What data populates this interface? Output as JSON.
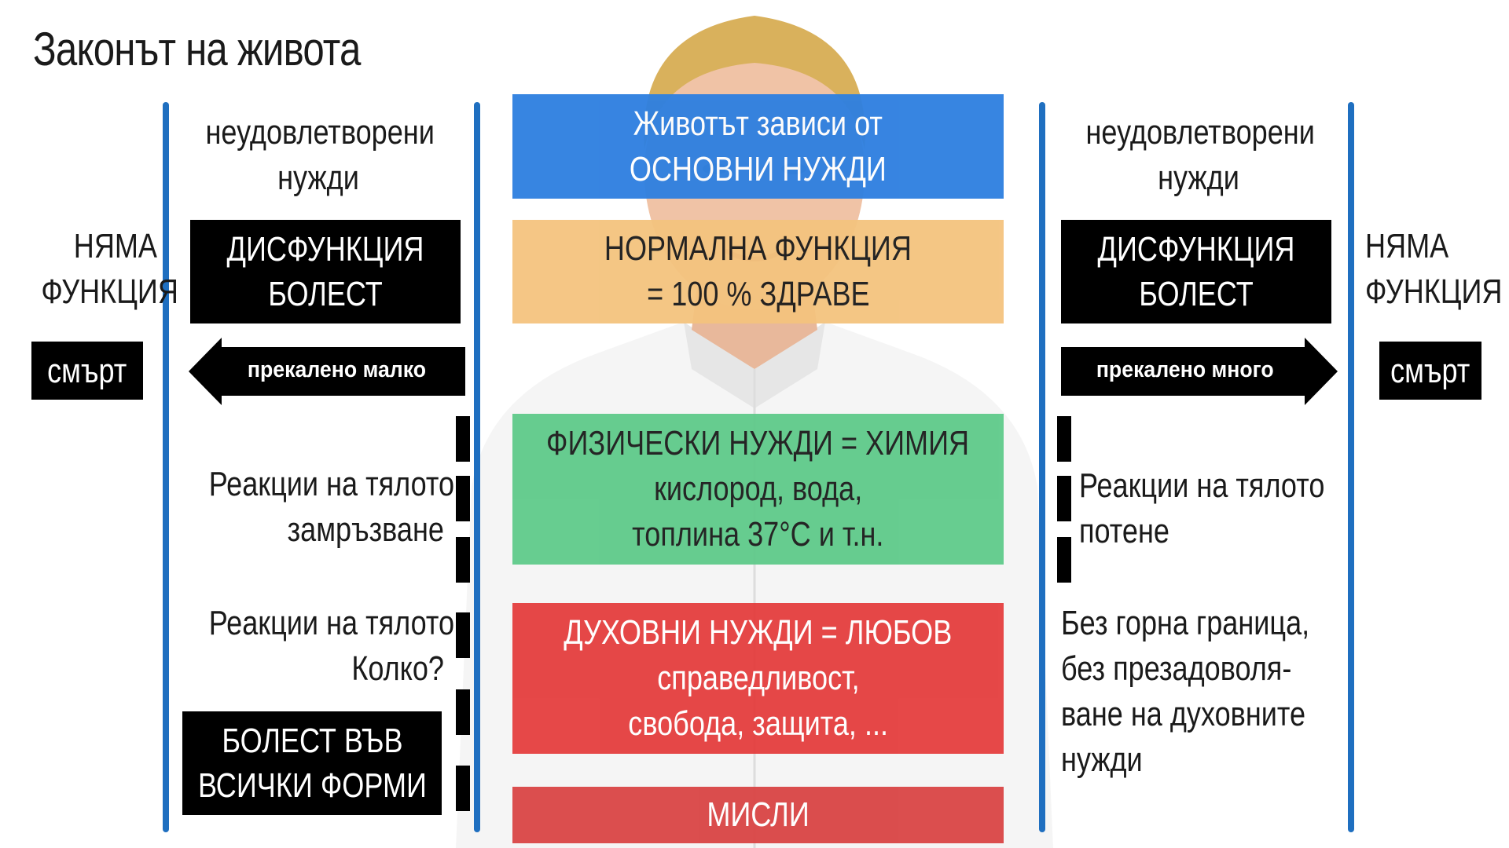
{
  "title": "Законът на живота",
  "left": {
    "unmet_needs": [
      "неудовлетворени",
      "нужди"
    ],
    "no_function": [
      "НЯМА",
      "ФУНКЦИЯ"
    ],
    "dysfunction": [
      "ДИСФУНКЦИЯ",
      "БОЛЕСТ"
    ],
    "death": "смърт",
    "arrow": "прекалено малко",
    "reaction1": [
      "Реакции на тялото",
      "замръзване"
    ],
    "reaction2": [
      "Реакции на тялото",
      "Колко?"
    ],
    "disease_all": [
      "БОЛЕСТ ВЪВ",
      "ВСИЧКИ ФОРМИ"
    ]
  },
  "right": {
    "unmet_needs": [
      "неудовлетворени",
      "нужди"
    ],
    "no_function": [
      "НЯМА",
      "ФУНКЦИЯ"
    ],
    "dysfunction": [
      "ДИСФУНКЦИЯ",
      "БОЛЕСТ"
    ],
    "death": "смърт",
    "arrow": "прекалено много",
    "reaction1": [
      "Реакции на тялото",
      "потене"
    ],
    "no_limit": [
      "Без горна граница,",
      "без презадоволя-",
      "ване на духовните",
      "нужди"
    ]
  },
  "center": {
    "basic": [
      "Животът зависи от",
      "ОСНОВНИ НУЖДИ"
    ],
    "normal": [
      "НОРМАЛНА ФУНКЦИЯ",
      "= 100 % ЗДРАВЕ"
    ],
    "physical": [
      "ФИЗИЧЕСКИ НУЖДИ = ХИМИЯ",
      "кислород, вода,",
      "топлина 37°C и т.н."
    ],
    "spiritual": [
      "ДУХОВНИ НУЖДИ = ЛЮБОВ",
      "справедливост,",
      "свобода, защита, ..."
    ],
    "thoughts": "МИСЛИ"
  },
  "colors": {
    "blue_line": "#1f6fc0",
    "basic_box": "#2f80e0",
    "normal_box": "#f4c37e",
    "physical_box": "#5fca8a",
    "spiritual_box": "#e43a3a",
    "thoughts_box": "#d94545"
  }
}
